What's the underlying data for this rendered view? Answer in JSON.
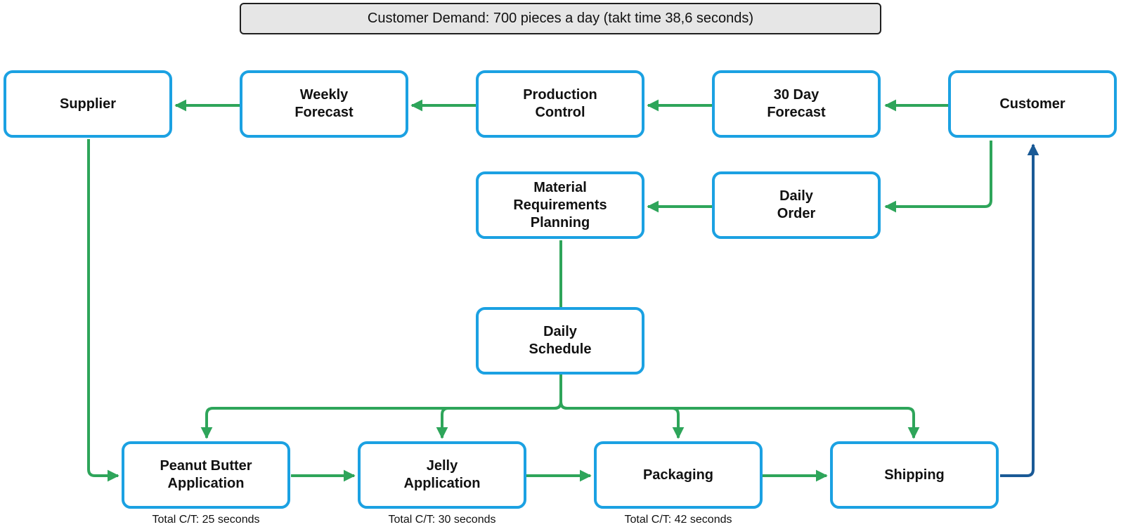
{
  "banner": {
    "text": "Customer Demand: 700 pieces a day (takt time 38,6 seconds)"
  },
  "nodes": {
    "supplier": "Supplier",
    "weekly_forecast": "Weekly\nForecast",
    "production_control": "Production\nControl",
    "forecast_30_day": "30 Day\nForecast",
    "customer": "Customer",
    "mrp": "Material\nRequirements\nPlanning",
    "daily_order": "Daily\nOrder",
    "daily_schedule": "Daily\nSchedule",
    "peanut_butter": "Peanut Butter\nApplication",
    "jelly": "Jelly\nApplication",
    "packaging": "Packaging",
    "shipping": "Shipping"
  },
  "cycle_times": {
    "peanut_butter": "Total C/T: 25 seconds",
    "jelly": "Total C/T: 30 seconds",
    "packaging": "Total C/T: 42 seconds"
  },
  "colors": {
    "box_border": "#1ba1e2",
    "info_flow": "#2ea55a",
    "shipment_flow": "#1a5a96",
    "banner_fill": "#e6e6e6"
  }
}
